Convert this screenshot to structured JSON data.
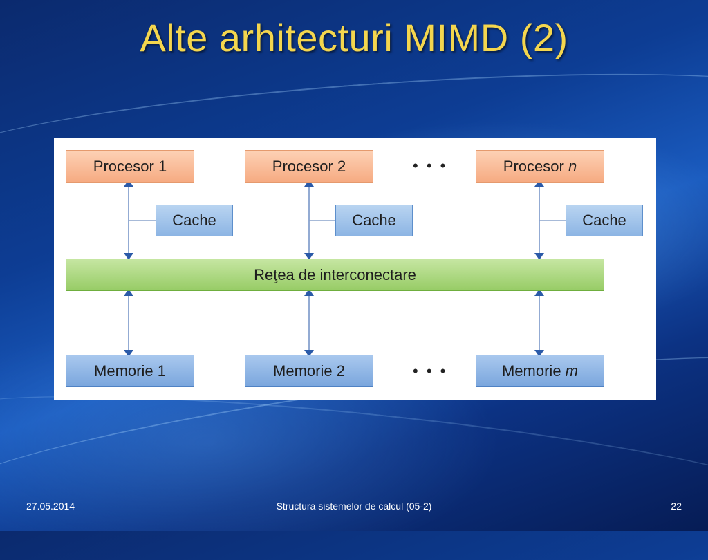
{
  "slide": {
    "title": "Alte arhitecturi MIMD (2)",
    "date": "27.05.2014",
    "footer_text": "Structura sistemelor de calcul (05-2)",
    "page_number": "22"
  },
  "diagram": {
    "processors": [
      {
        "label": "Procesor 1",
        "suffix": ""
      },
      {
        "label": "Procesor 2",
        "suffix": ""
      },
      {
        "label": "Procesor ",
        "suffix": "n"
      }
    ],
    "cache_label": "Cache",
    "network_label": "Reţea de interconectare",
    "memories": [
      {
        "label": "Memorie 1",
        "suffix": ""
      },
      {
        "label": "Memorie 2",
        "suffix": ""
      },
      {
        "label": "Memorie ",
        "suffix": "m"
      }
    ],
    "ellipsis": "• • •"
  }
}
